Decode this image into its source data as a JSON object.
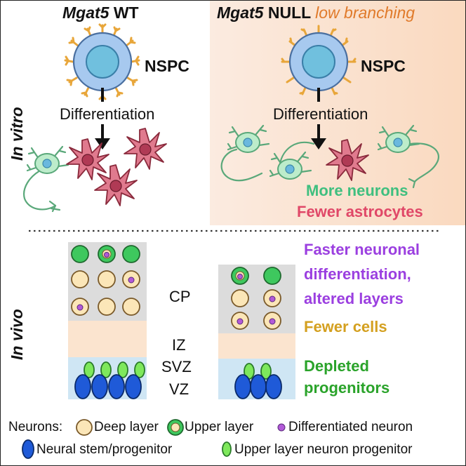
{
  "panels": {
    "wt": {
      "gene": "Mgat5",
      "genotype": "WT"
    },
    "null": {
      "gene": "Mgat5",
      "genotype": "NULL",
      "tag": "low branching",
      "tag_color": "#e07a2a"
    }
  },
  "section_labels": {
    "in_vitro": "In vitro",
    "in_vivo": "In vivo"
  },
  "cell_labels": {
    "nspc": "NSPC",
    "differentiation": "Differentiation"
  },
  "outcomes_vitro": [
    {
      "text": "More neurons",
      "color": "#3fbf7f"
    },
    {
      "text": "Fewer astrocytes",
      "color": "#e04868"
    }
  ],
  "zones": {
    "cp": "CP",
    "iz": "IZ",
    "svz": "SVZ",
    "vz": "VZ"
  },
  "outcomes_vivo": [
    {
      "text": "Faster neuronal",
      "color": "#9b3fe0"
    },
    {
      "text": "differentiation,",
      "color": "#9b3fe0"
    },
    {
      "text": "altered layers",
      "color": "#9b3fe0"
    },
    {
      "text": "Fewer cells",
      "color": "#d4a020"
    },
    {
      "text": "Depleted",
      "color": "#2aa32a"
    },
    {
      "text": "progenitors",
      "color": "#2aa32a"
    }
  ],
  "legend": {
    "neurons_label": "Neurons:",
    "deep_layer": "Deep layer",
    "upper_layer": "Upper layer",
    "differentiated": "Differentiated neuron",
    "stem": "Neural stem/progenitor",
    "upper_progenitor": "Upper layer neuron progenitor"
  },
  "colors": {
    "deep": "#fbe6b8",
    "upper": "#3ec85e",
    "dot": "#b25ad8",
    "stem": "#1f5ad8",
    "upper_prog": "#7ee85c",
    "cp_bg": "#dcdcdc",
    "iz_bg": "#fbe4cf",
    "vz_bg": "#cfe6f4",
    "neuron": "#bdeccb",
    "astro": "#e07a8e",
    "nspc": "#a7c9ef",
    "glycan": "#e8a63a"
  }
}
